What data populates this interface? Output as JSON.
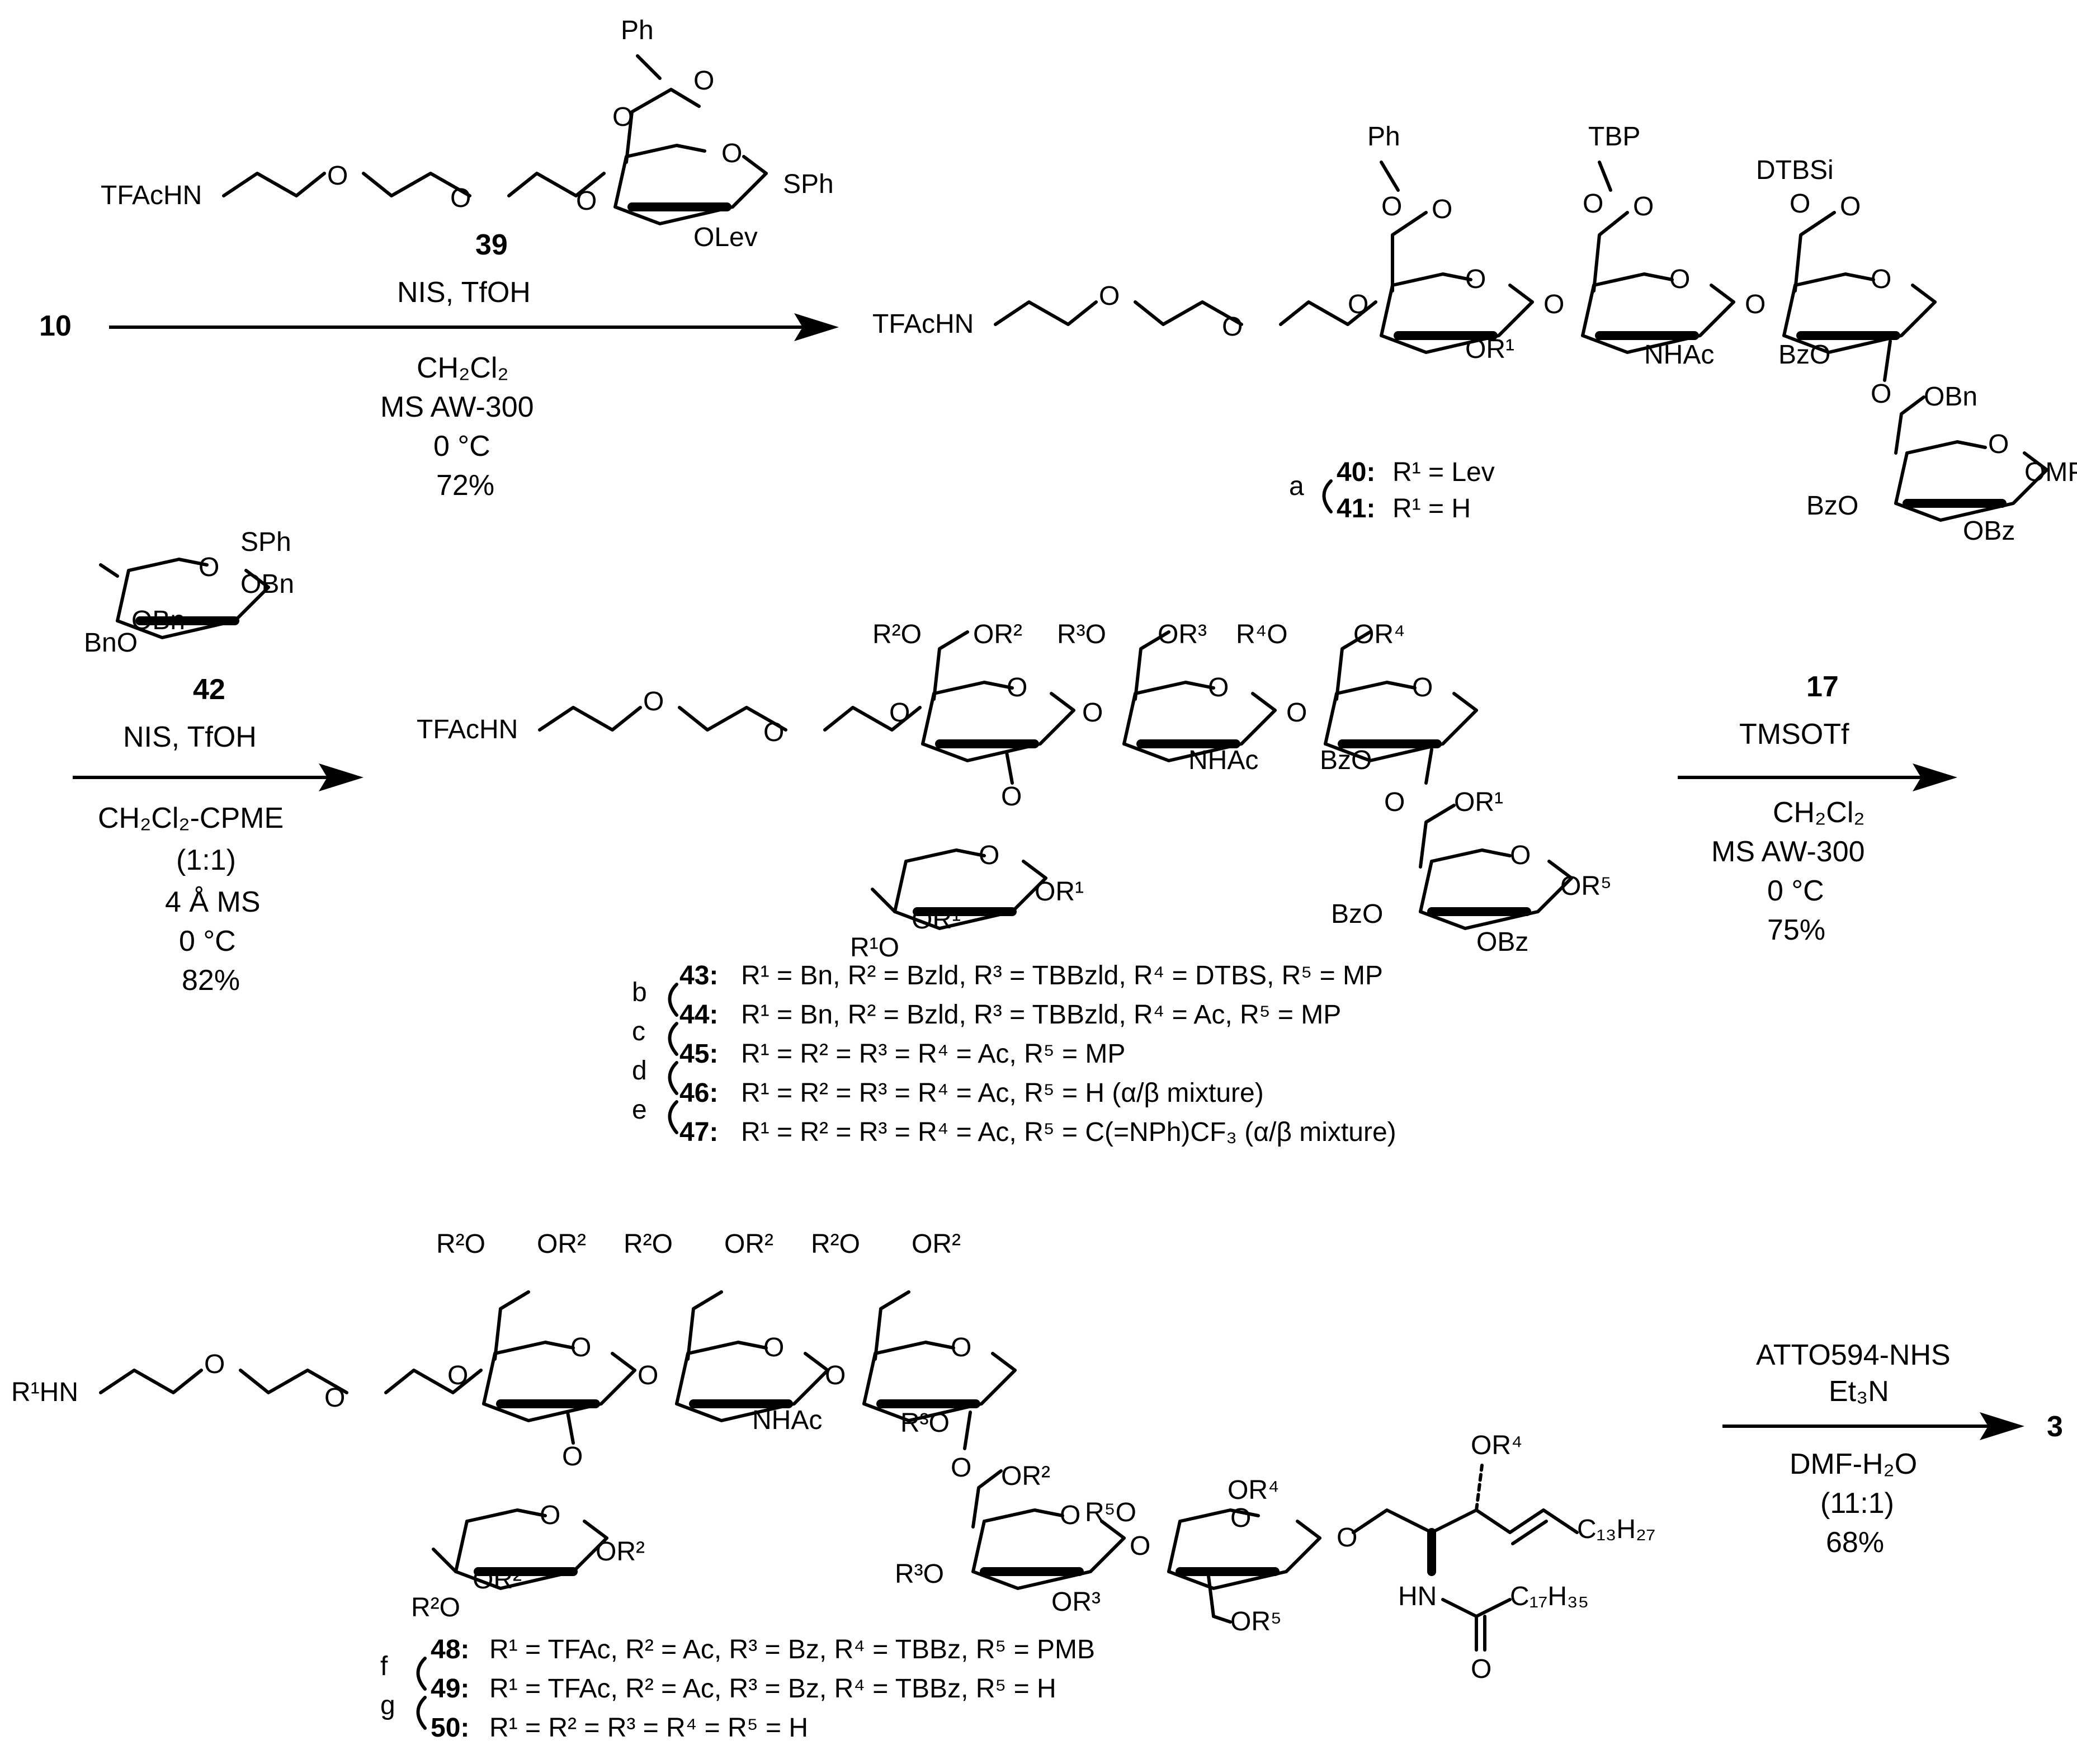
{
  "step1": {
    "start": "10",
    "reagent_label": "39",
    "line1": "NIS, TfOH",
    "solvent": "CH₂Cl₂",
    "sieves": "MS AW-300",
    "temp": "0 °C",
    "yield": "72%"
  },
  "step2": {
    "reagent_label": "42",
    "line1": "NIS, TfOH",
    "solvent": "CH₂Cl₂-CPME",
    "ratio": "(1:1)",
    "sieves": "4 Å MS",
    "temp": "0 °C",
    "yield": "82%"
  },
  "step3": {
    "reagent_label": "17",
    "line1": "TMSOTf",
    "solvent": "CH₂Cl₂",
    "sieves": "MS AW-300",
    "temp": "0 °C",
    "yield": "75%"
  },
  "step4": {
    "line1": "ATTO594-NHS",
    "line2": "Et₃N",
    "solvent": "DMF-H₂O",
    "ratio": "(11:1)",
    "yield": "68%",
    "product": "3"
  },
  "compounds_40": [
    {
      "letter": "a",
      "num": "40:",
      "text": "R¹ = Lev"
    },
    {
      "letter": "",
      "num": "41:",
      "text": "R¹ = H"
    }
  ],
  "compounds_43": [
    {
      "letter": "b",
      "num": "43:",
      "text": "R¹ = Bn, R² = Bzld, R³ = TBBzld, R⁴ = DTBS, R⁵ = MP"
    },
    {
      "letter": "c",
      "num": "44:",
      "text": "R¹ = Bn, R² = Bzld, R³ = TBBzld, R⁴ = Ac, R⁵ = MP"
    },
    {
      "letter": "d",
      "num": "45:",
      "text": "R¹ = R² = R³ = R⁴ = Ac, R⁵ = MP"
    },
    {
      "letter": "e",
      "num": "46:",
      "text": "R¹ = R² = R³ = R⁴ = Ac, R⁵ = H (α/β mixture)"
    },
    {
      "letter": "",
      "num": "47:",
      "text": "R¹ = R² = R³ = R⁴ = Ac, R⁵ = C(=NPh)CF₃ (α/β mixture)"
    }
  ],
  "compounds_48": [
    {
      "letter": "f",
      "num": "48:",
      "text": "R¹ = TFAc, R² = Ac, R³ = Bz, R⁴ = TBBz, R⁵ = PMB"
    },
    {
      "letter": "g",
      "num": "49:",
      "text": "R¹ = TFAc, R² = Ac, R³ = Bz, R⁴ = TBBz, R⁵ = H"
    },
    {
      "letter": "",
      "num": "50:",
      "text": "R¹ = R² = R³ = R⁴ = R⁵ = H"
    }
  ],
  "atoms": {
    "tfachn": "TFAcHN",
    "r1hn": "R¹HN",
    "o": "O",
    "ph": "Ph",
    "sph": "SPh",
    "olev": "OLev",
    "or1": "OR¹",
    "or2": "OR²",
    "or3": "OR³",
    "or4": "OR⁴",
    "or5": "OR⁵",
    "r1o": "R¹O",
    "r2o": "R²O",
    "r3o": "R³O",
    "r4o": "R⁴O",
    "r5o": "R⁵O",
    "tbp": "TBP",
    "dtbsi": "DTBSi",
    "nhac": "NHAc",
    "bzo": "BzO",
    "obz": "OBz",
    "obn": "OBn",
    "bno": "BnO",
    "omp": "OMP",
    "hn": "HN",
    "c13h27": "C₁₃H₂₇",
    "c17h35": "C₁₇H₃₅"
  }
}
